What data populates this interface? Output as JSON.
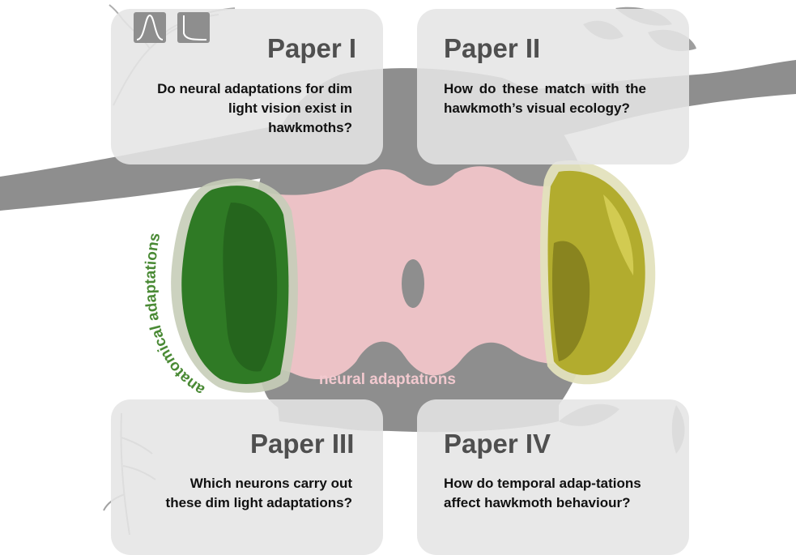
{
  "papers": [
    {
      "title": "Paper I",
      "question": "Do neural adaptations for dim light vision exist in hawkmoths?"
    },
    {
      "title": "Paper II",
      "question": "How do these match with the hawkmoth’s visual ecology?"
    },
    {
      "title": "Paper III",
      "question": "Which neurons carry out these dim light adaptations?"
    },
    {
      "title": "Paper IV",
      "question": "How do temporal adap-tations affect hawkmoth behaviour?"
    }
  ],
  "labels": {
    "anatomical": "anatomical adaptations",
    "neural": "neural adaptations"
  },
  "colors": {
    "nerve": "#8e8e8e",
    "lobes": "#ecc2c6",
    "left_optic_lobe": "#2f7a25",
    "right_optic_lobe": "#b2ac2e",
    "anatomical_label": "#4a8a35",
    "neural_label": "#f2c9cf"
  },
  "icons": [
    "neuron-icon",
    "tuning-curve-icon",
    "decay-curve-icon",
    "hawkmoth-icon"
  ]
}
